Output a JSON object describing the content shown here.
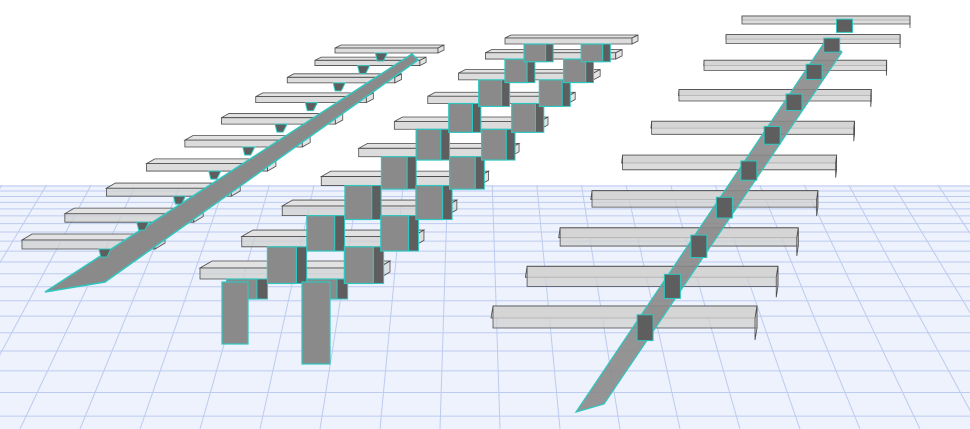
{
  "scene": {
    "description_visible_text": "",
    "colors": {
      "background": "#ffffff",
      "floor": "#eef2fc",
      "grid_line": "#bccbf0",
      "tread_fill": "#e2e2e2",
      "tread_front": "#d0d0d0",
      "tread_stroke": "#4a4a4a",
      "stringer_fill": "#8a8a8a",
      "stringer_dark": "#5e5e5e",
      "stringer_edge": "#2fc6c0"
    },
    "stairs": [
      {
        "name": "single-stringer-stair",
        "tread_count": 10
      },
      {
        "name": "double-zigzag-stringer-stair",
        "tread_count": 10
      },
      {
        "name": "central-stringer-stair",
        "tread_count": 10
      }
    ]
  }
}
